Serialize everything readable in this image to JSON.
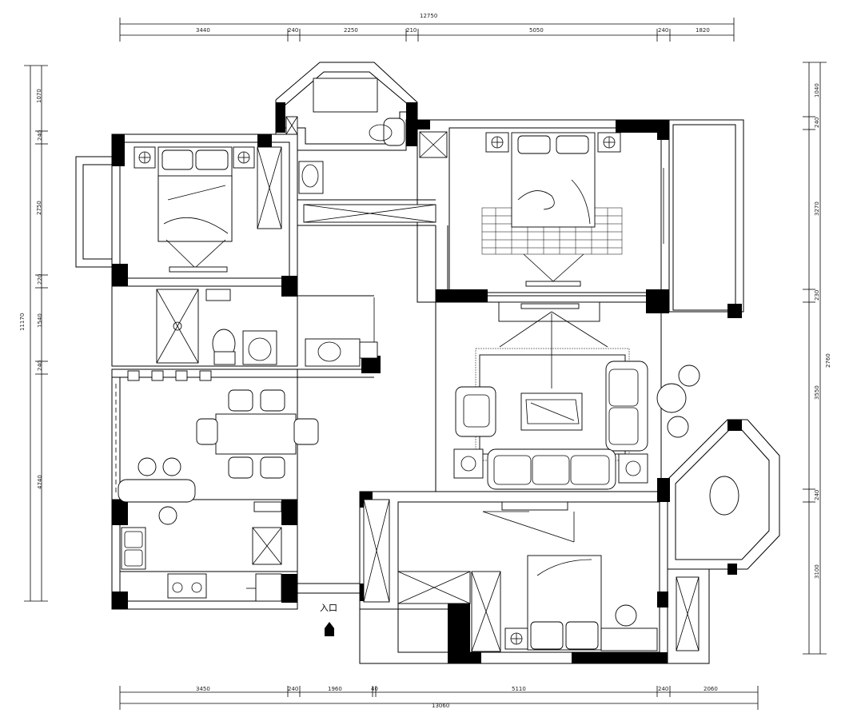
{
  "entrance_label": "入口",
  "dimensions": {
    "top_total": "12750",
    "top_segments": [
      "3440",
      "240",
      "2250",
      "210",
      "5050",
      "240",
      "1820"
    ],
    "bottom_total": "13060",
    "bottom_segments": [
      "3450",
      "240",
      "1960",
      "40",
      "5110",
      "240",
      "2060"
    ],
    "left_total": "11170",
    "left_segments": [
      "1070",
      "240",
      "2750",
      "220",
      "1540",
      "240",
      "4740"
    ],
    "right_total": "2760",
    "right_segments": [
      "1040",
      "240",
      "3270",
      "230",
      "3550",
      "240",
      "3100"
    ]
  }
}
